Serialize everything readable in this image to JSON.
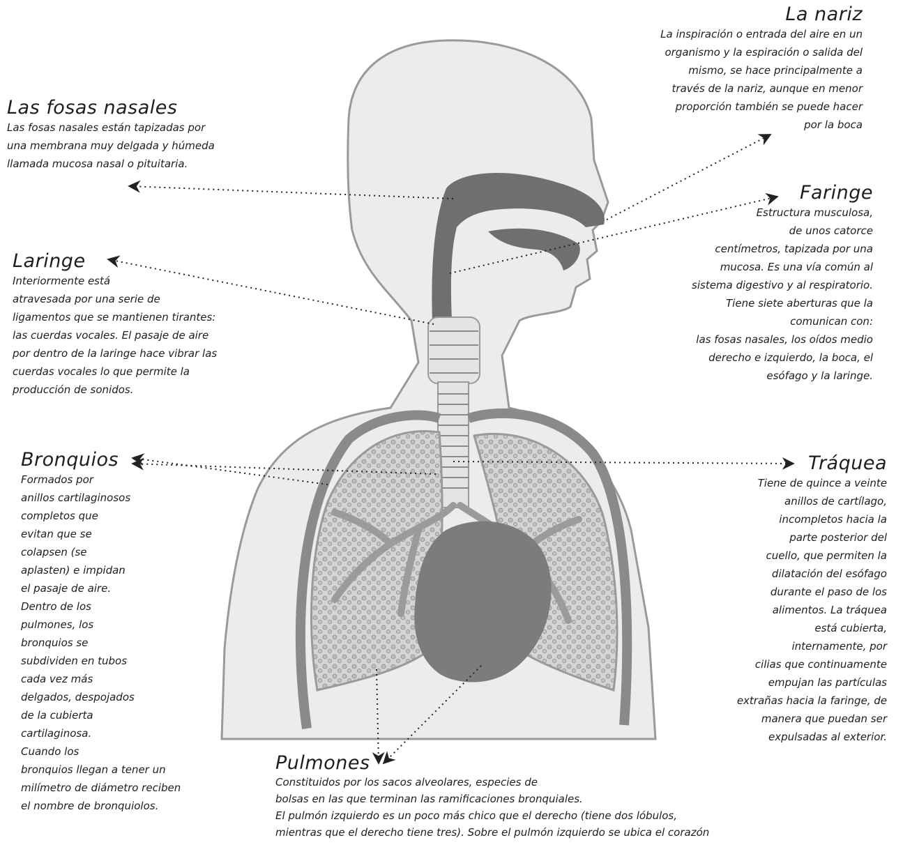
{
  "colors": {
    "body_fill": "#ececec",
    "body_outline": "#9a9a9a",
    "airway": "#6f6f6f",
    "lung_fill": "#d9d9d9",
    "heart": "#7c7c7c",
    "pleura": "#8a8a8a",
    "trachea": "#e4e4e4",
    "arrow": "#222222"
  },
  "sections": {
    "nariz": {
      "title": "La nariz",
      "lines": [
        "La inspiración o entrada del aire en un",
        "organismo y la espiración o salida del",
        "mismo, se hace principalmente a",
        "través de la nariz, aunque en menor",
        "proporción también se puede hacer",
        "por la boca"
      ]
    },
    "fosas": {
      "title": "Las fosas nasales",
      "lines": [
        "Las fosas nasales están tapizadas por",
        "una membrana muy delgada y húmeda",
        "llamada mucosa nasal o pituitaria."
      ]
    },
    "faringe": {
      "title": "Faringe",
      "lines": [
        "Estructura musculosa,",
        "de unos catorce",
        "centímetros, tapizada por una",
        "mucosa. Es una vía común al",
        "sistema digestivo y al respiratorio.",
        "Tiene siete aberturas que la",
        "comunican con:",
        "las fosas nasales, los oídos medio",
        "derecho e izquierdo, la boca, el",
        "esófago y la laringe."
      ]
    },
    "laringe": {
      "title": "Laringe",
      "lines": [
        "Interiormente está",
        "atravesada por una serie de",
        "ligamentos que se mantienen tirantes:",
        "las cuerdas vocales. El pasaje de aire",
        "por dentro de la laringe hace vibrar las",
        "cuerdas vocales lo que permite la",
        "producción de sonidos."
      ]
    },
    "bronquios": {
      "title": "Bronquios",
      "lines": [
        "Formados por",
        "anillos cartilaginosos",
        "completos que",
        "evitan que se",
        "colapsen (se",
        "aplasten) e impidan",
        "el pasaje de aire.",
        "Dentro de los",
        "pulmones, los",
        "bronquios se",
        "subdividen en tubos",
        "cada vez más",
        "delgados, despojados",
        "de la cubierta",
        "cartilaginosa.",
        "Cuando los",
        "bronquios llegan a tener un",
        "milímetro de diámetro reciben",
        "el nombre de bronquiolos."
      ]
    },
    "traquea": {
      "title": "Tráquea",
      "lines": [
        "Tiene de quince a veinte",
        "anillos de cartílago,",
        "incompletos hacia la",
        "parte posterior del",
        "cuello, que permiten la",
        "dilatación del esófago",
        "durante el paso de los",
        "alimentos. La tráquea",
        "está cubierta,",
        "internamente, por",
        "cilias que continuamente",
        "empujan las partículas",
        "extrañas hacia la faringe, de",
        "manera que puedan ser",
        "expulsadas al exterior."
      ]
    },
    "pulmones": {
      "title": "Pulmones",
      "lines": [
        "Constituidos por los sacos alveolares, especies de",
        "bolsas en las que terminan las ramificaciones bronquiales.",
        "El pulmón izquierdo es un poco más chico que el derecho (tiene dos lóbulos,",
        "mientras que el derecho tiene tres). Sobre el pulmón izquierdo se ubica el corazón"
      ]
    }
  }
}
